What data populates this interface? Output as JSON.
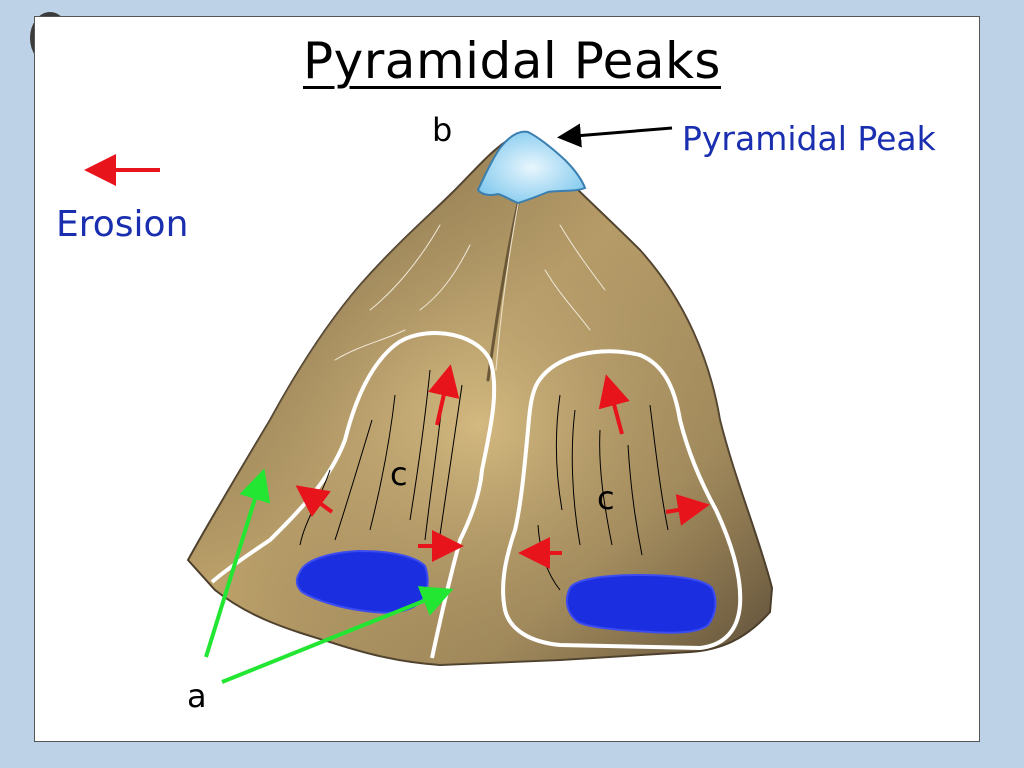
{
  "title": "Pyramidal Peaks",
  "labels": {
    "peak": "Pyramidal Peak",
    "erosion": "Erosion",
    "b": "b",
    "a": "a",
    "c1": "c",
    "c2": "c"
  },
  "colors": {
    "background": "#bdd2e6",
    "label_blue": "#1a2fb0",
    "erosion_arrow": "#e8141b",
    "pointer_arrow": "#22e632",
    "lake": "#1c2fe0",
    "ice": "#a9dcf5",
    "rock": "#a48c5c"
  }
}
